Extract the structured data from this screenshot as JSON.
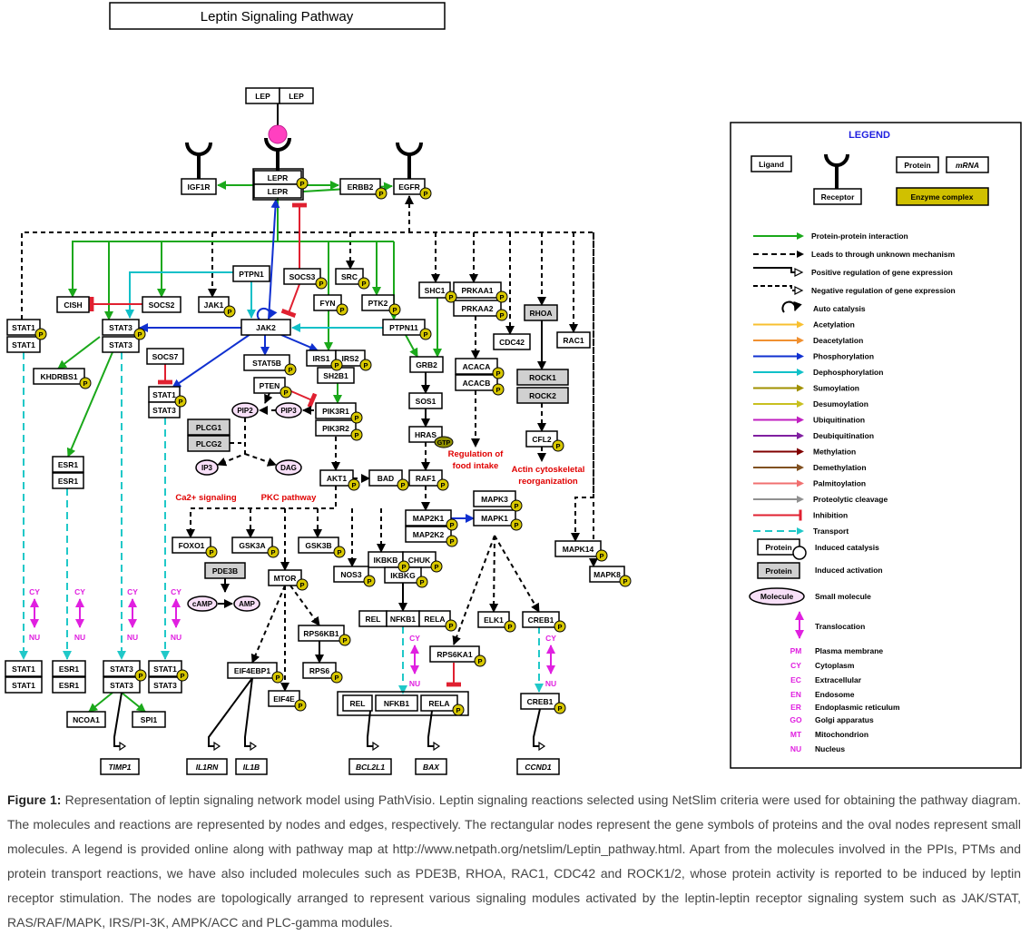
{
  "title": "Leptin Signaling Pathway",
  "caption": {
    "label": "Figure 1:",
    "text": "Representation of leptin signaling network model using PathVisio. Leptin signaling reactions selected using NetSlim criteria were used for obtaining the pathway diagram. The molecules and reactions are represented by nodes and edges, respectively. The rectangular nodes represent the gene symbols of proteins and the oval nodes represent small molecules. A legend is provided online along with pathway map at http://www.netpath.org/netslim/Leptin_pathway.html. Apart from the molecules involved in the PPIs, PTMs and protein transport reactions, we have also included molecules such as PDE3B, RHOA, RAC1, CDC42 and ROCK1/2, whose protein activity is reported to be induced by leptin receptor stimulation. The nodes are topologically arranged to represent various signaling modules activated by the leptin-leptin receptor signaling system such as JAK/STAT, RAS/RAF/MAPK, IRS/PI-3K, AMPK/ACC and PLC-gamma modules."
  },
  "colors": {
    "ppi": "#1aa81a",
    "phospho": "#1030d0",
    "dephospho": "#10c0c8",
    "inhibition": "#e02030",
    "transport": "#20c8c8",
    "translocation": "#e020e0",
    "phospho_badge": "#d8c800",
    "leptin_ball": "#ff40c0",
    "enzyme_complex": "#d0c000",
    "activated_fill": "#d0d0d0",
    "red_text": "#e00000",
    "legend_title": "#2020e0"
  },
  "nodes": {
    "lep1": "LEP",
    "lep2": "LEP",
    "lepr1": "LEPR",
    "lepr2": "LEPR",
    "igf1r": "IGF1R",
    "erbb2": "ERBB2",
    "egfr": "EGFR",
    "cish": "CISH",
    "socs2": "SOCS2",
    "ptpn1": "PTPN1",
    "jak1": "JAK1",
    "socs3": "SOCS3",
    "src": "SRC",
    "fyn": "FYN",
    "ptk2": "PTK2",
    "ptpn11": "PTPN11",
    "shc1": "SHC1",
    "prkaa1": "PRKAA1",
    "prkaa2": "PRKAA2",
    "rhoa": "RHOA",
    "cdc42": "CDC42",
    "rac1": "RAC1",
    "stat1a": "STAT1",
    "stat1b": "STAT1",
    "stat3a": "STAT3",
    "stat3b": "STAT3",
    "jak2": "JAK2",
    "khdrbs1": "KHDRBS1",
    "socs7": "SOCS7",
    "stat5b": "STAT5B",
    "irs1": "IRS1",
    "irs2": "IRS2",
    "sh2b1": "SH2B1",
    "grb2": "GRB2",
    "acaca": "ACACA",
    "acacb": "ACACB",
    "rock1": "ROCK1",
    "rock2": "ROCK2",
    "stat1c": "STAT1",
    "stat3c": "STAT3",
    "pten": "PTEN",
    "pip2": "PIP2",
    "pip3": "PIP3",
    "pik3r1": "PIK3R1",
    "pik3r2": "PIK3R2",
    "sos1": "SOS1",
    "plcg1": "PLCG1",
    "plcg2": "PLCG2",
    "hras": "HRAS",
    "gtp": "GTP",
    "cfl2": "CFL2",
    "ip3": "IP3",
    "dag": "DAG",
    "esr1a": "ESR1",
    "esr1b": "ESR1",
    "akt1": "AKT1",
    "bad": "BAD",
    "raf1": "RAF1",
    "mapk3a": "MAPK3",
    "mapk1a": "MAPK1",
    "map2k1": "MAP2K1",
    "map2k2": "MAP2K2",
    "foxo1": "FOXO1",
    "gsk3a": "GSK3A",
    "gsk3b": "GSK3B",
    "pde3b": "PDE3B",
    "ikbkb": "IKBKB",
    "chuk": "CHUK",
    "nos3": "NOS3",
    "ikbkg": "IKBKG",
    "mtor": "MTOR",
    "mapk14": "MAPK14",
    "mapk8": "MAPK8",
    "camp": "cAMP",
    "amp": "AMP",
    "rel1": "REL",
    "nfkb1a": "NFKB1",
    "rela1": "RELA",
    "elk1": "ELK1",
    "creb1a": "CREB1",
    "rps6kb1": "RPS6KB1",
    "eif4ebp1": "EIF4EBP1",
    "rps6": "RPS6",
    "rps6ka1": "RPS6KA1",
    "eif4e": "EIF4E",
    "stat1d": "STAT1",
    "stat1e": "STAT1",
    "esr1c": "ESR1",
    "esr1d": "ESR1",
    "stat3d": "STAT3",
    "stat3e": "STAT3",
    "stat1f": "STAT1",
    "stat3f": "STAT3",
    "rel2": "REL",
    "nfkb1b": "NFKB1",
    "rela2": "RELA",
    "creb1b": "CREB1",
    "ncoa1": "NCOA1",
    "spi1": "SPI1",
    "timp1": "TIMP1",
    "il1rn": "IL1RN",
    "il1b": "IL1B",
    "bcl2l1": "BCL2L1",
    "bax": "BAX",
    "ccnd1": "CCND1"
  },
  "badges": {
    "p": "P",
    "gtp": "GTP"
  },
  "locations": {
    "cy": "CY",
    "nu": "NU"
  },
  "labels": {
    "ca_signaling": "Ca2+ signaling",
    "pkc_pathway": "PKC pathway",
    "food_intake": [
      "Regulation of",
      "food intake"
    ],
    "actin": [
      "Actin cytoskeletal",
      "reorganization"
    ]
  },
  "legend": {
    "title": "LEGEND",
    "ligand": "Ligand",
    "receptor": "Receptor",
    "protein": "Protein",
    "mrna": "mRNA",
    "enzyme_complex": "Enzyme complex",
    "edges": [
      {
        "label": "Protein-protein interaction",
        "color": "#1aa81a",
        "style": "ppi"
      },
      {
        "label": "Leads to through unknown mechanism",
        "color": "#000000",
        "style": "dashed"
      },
      {
        "label": "Positive regulation of gene expression",
        "color": "#000000",
        "style": "gene_pos"
      },
      {
        "label": "Negative regulation of gene expression",
        "color": "#000000",
        "style": "gene_neg"
      },
      {
        "label": "Auto catalysis",
        "color": "#000000",
        "style": "auto"
      },
      {
        "label": "Acetylation",
        "color": "#f8c030",
        "style": "arrow"
      },
      {
        "label": "Deacetylation",
        "color": "#f09030",
        "style": "arrow"
      },
      {
        "label": "Phosphorylation",
        "color": "#1030d0",
        "style": "arrow"
      },
      {
        "label": "Dephosphorylation",
        "color": "#10c0c8",
        "style": "arrow"
      },
      {
        "label": "Sumoylation",
        "color": "#a09000",
        "style": "arrow"
      },
      {
        "label": "Desumoylation",
        "color": "#c8c020",
        "style": "arrow"
      },
      {
        "label": "Ubiquitination",
        "color": "#c020c0",
        "style": "arrow"
      },
      {
        "label": "Deubiquitination",
        "color": "#8020a0",
        "style": "arrow"
      },
      {
        "label": "Methylation",
        "color": "#800000",
        "style": "arrow"
      },
      {
        "label": "Demethylation",
        "color": "#805020",
        "style": "arrow"
      },
      {
        "label": "Palmitoylation",
        "color": "#f07070",
        "style": "arrow"
      },
      {
        "label": "Proteolytic cleavage",
        "color": "#909090",
        "style": "arrow"
      },
      {
        "label": "Inhibition",
        "color": "#e02030",
        "style": "inhibit"
      },
      {
        "label": "Transport",
        "color": "#20c8c8",
        "style": "transport"
      }
    ],
    "induced_catalysis": "Induced catalysis",
    "induced_activation": "Induced activation",
    "small_molecule": "Small molecule",
    "molecule": "Molecule",
    "translocation": "Translocation",
    "locations": [
      {
        "code": "PM",
        "name": "Plasma membrane"
      },
      {
        "code": "CY",
        "name": "Cytoplasm"
      },
      {
        "code": "EC",
        "name": "Extracellular"
      },
      {
        "code": "EN",
        "name": "Endosome"
      },
      {
        "code": "ER",
        "name": "Endoplasmic reticulum"
      },
      {
        "code": "GO",
        "name": "Golgi apparatus"
      },
      {
        "code": "MT",
        "name": "Mitochondrion"
      },
      {
        "code": "NU",
        "name": "Nucleus"
      }
    ]
  }
}
